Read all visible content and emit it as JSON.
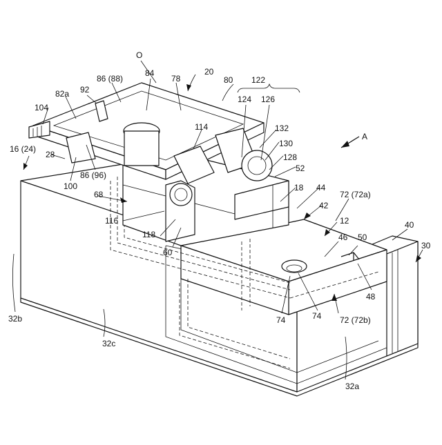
{
  "figure": {
    "labels": {
      "l_O": "O",
      "l_20": "20",
      "l_8688": "86 (88)",
      "l_84": "84",
      "l_78": "78",
      "l_80": "80",
      "l_122": "122",
      "l_124": "124",
      "l_126": "126",
      "l_92": "92",
      "l_82a": "82a",
      "l_104": "104",
      "l_1624": "16 (24)",
      "l_28": "28",
      "l_100": "100",
      "l_8696": "86 (96)",
      "l_114": "114",
      "l_132": "132",
      "l_130": "130",
      "l_128": "128",
      "l_52": "52",
      "l_A": "A",
      "l_68": "68",
      "l_18": "18",
      "l_44": "44",
      "l_7272a": "72 (72a)",
      "l_42": "42",
      "l_12": "12",
      "l_40": "40",
      "l_30": "30",
      "l_116": "116",
      "l_118": "118",
      "l_60": "60",
      "l_46": "46",
      "l_50": "50",
      "l_48": "48",
      "l_74a": "74",
      "l_74b": "74",
      "l_7272b": "72 (72b)",
      "l_32b": "32b",
      "l_32c": "32c",
      "l_32a": "32a"
    }
  }
}
